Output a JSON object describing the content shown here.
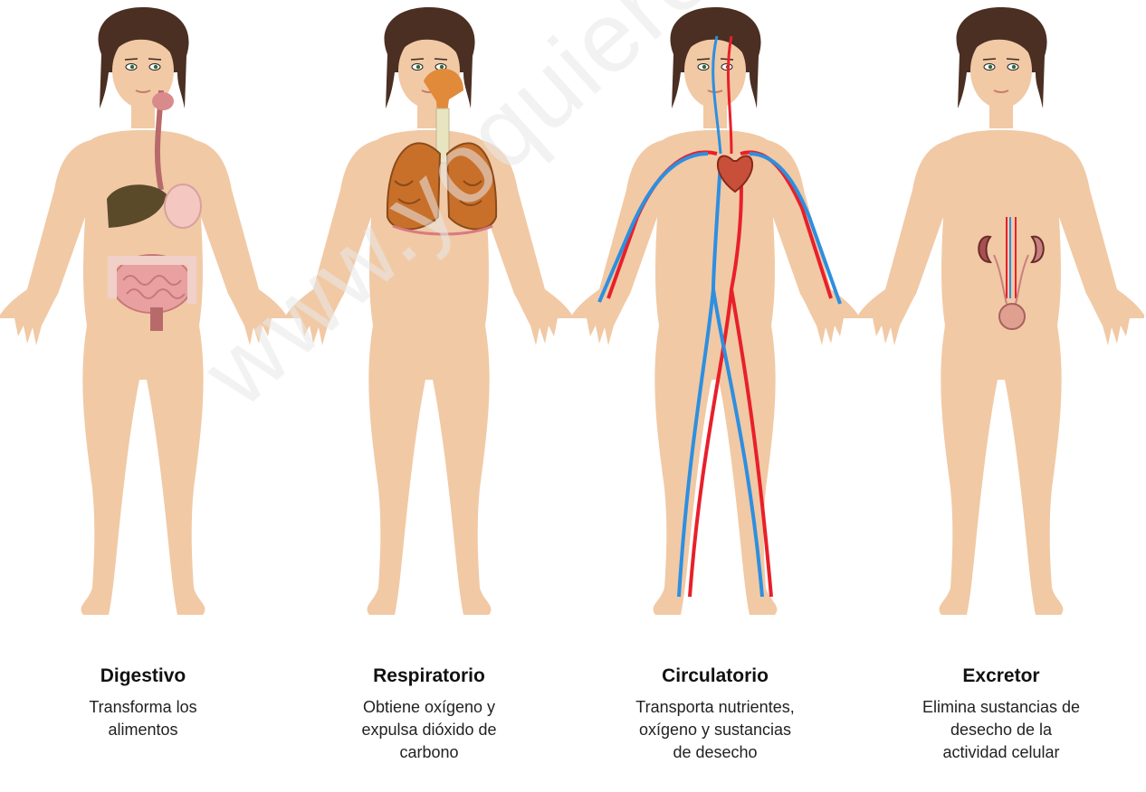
{
  "watermark": "www.yoquieroaprobar.es",
  "systems": [
    {
      "title": "Digestivo",
      "description": "Transforma los\nalimentos"
    },
    {
      "title": "Respiratorio",
      "description": "Obtiene oxígeno y\nexpulsa dióxido de\ncarbono"
    },
    {
      "title": "Circulatorio",
      "description": "Transporta nutrientes,\noxígeno y sustancias\nde desecho"
    },
    {
      "title": "Excretor",
      "description": "Elimina sustancias de\ndesecho de la\nactividad celular"
    }
  ],
  "colors": {
    "skin": "#f1c9a5",
    "hair": "#4a2f22",
    "artery": "#e8202a",
    "vein": "#2d8fe0",
    "lung": "#c8702a"
  }
}
